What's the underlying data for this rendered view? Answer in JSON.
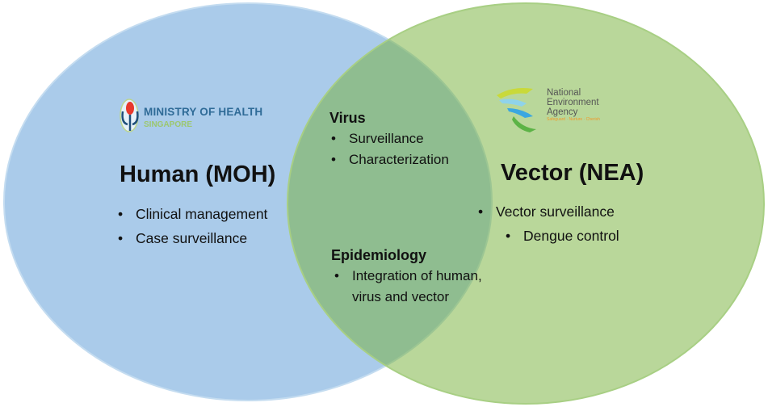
{
  "colors": {
    "human_circle": "#aacbea",
    "vector_circle": "#76b039",
    "overlap": "#8fbb98"
  },
  "human": {
    "logo": {
      "name": "MINISTRY OF HEALTH",
      "sub": "SINGAPORE"
    },
    "title": "Human (MOH)",
    "items": [
      "Clinical management",
      "Case surveillance"
    ]
  },
  "vector": {
    "logo": {
      "line1": "National",
      "line2": "Environment",
      "line3": "Agency",
      "tagline": "Safeguard · Nurture · Cherish"
    },
    "title": "Vector (NEA)",
    "items": [
      "Vector surveillance",
      "Dengue control"
    ]
  },
  "overlap": {
    "virus": {
      "heading": "Virus",
      "items": [
        "Surveillance",
        "Characterization"
      ]
    },
    "epidemiology": {
      "heading": "Epidemiology",
      "items": [
        "Integration of human, virus and vector"
      ]
    }
  }
}
